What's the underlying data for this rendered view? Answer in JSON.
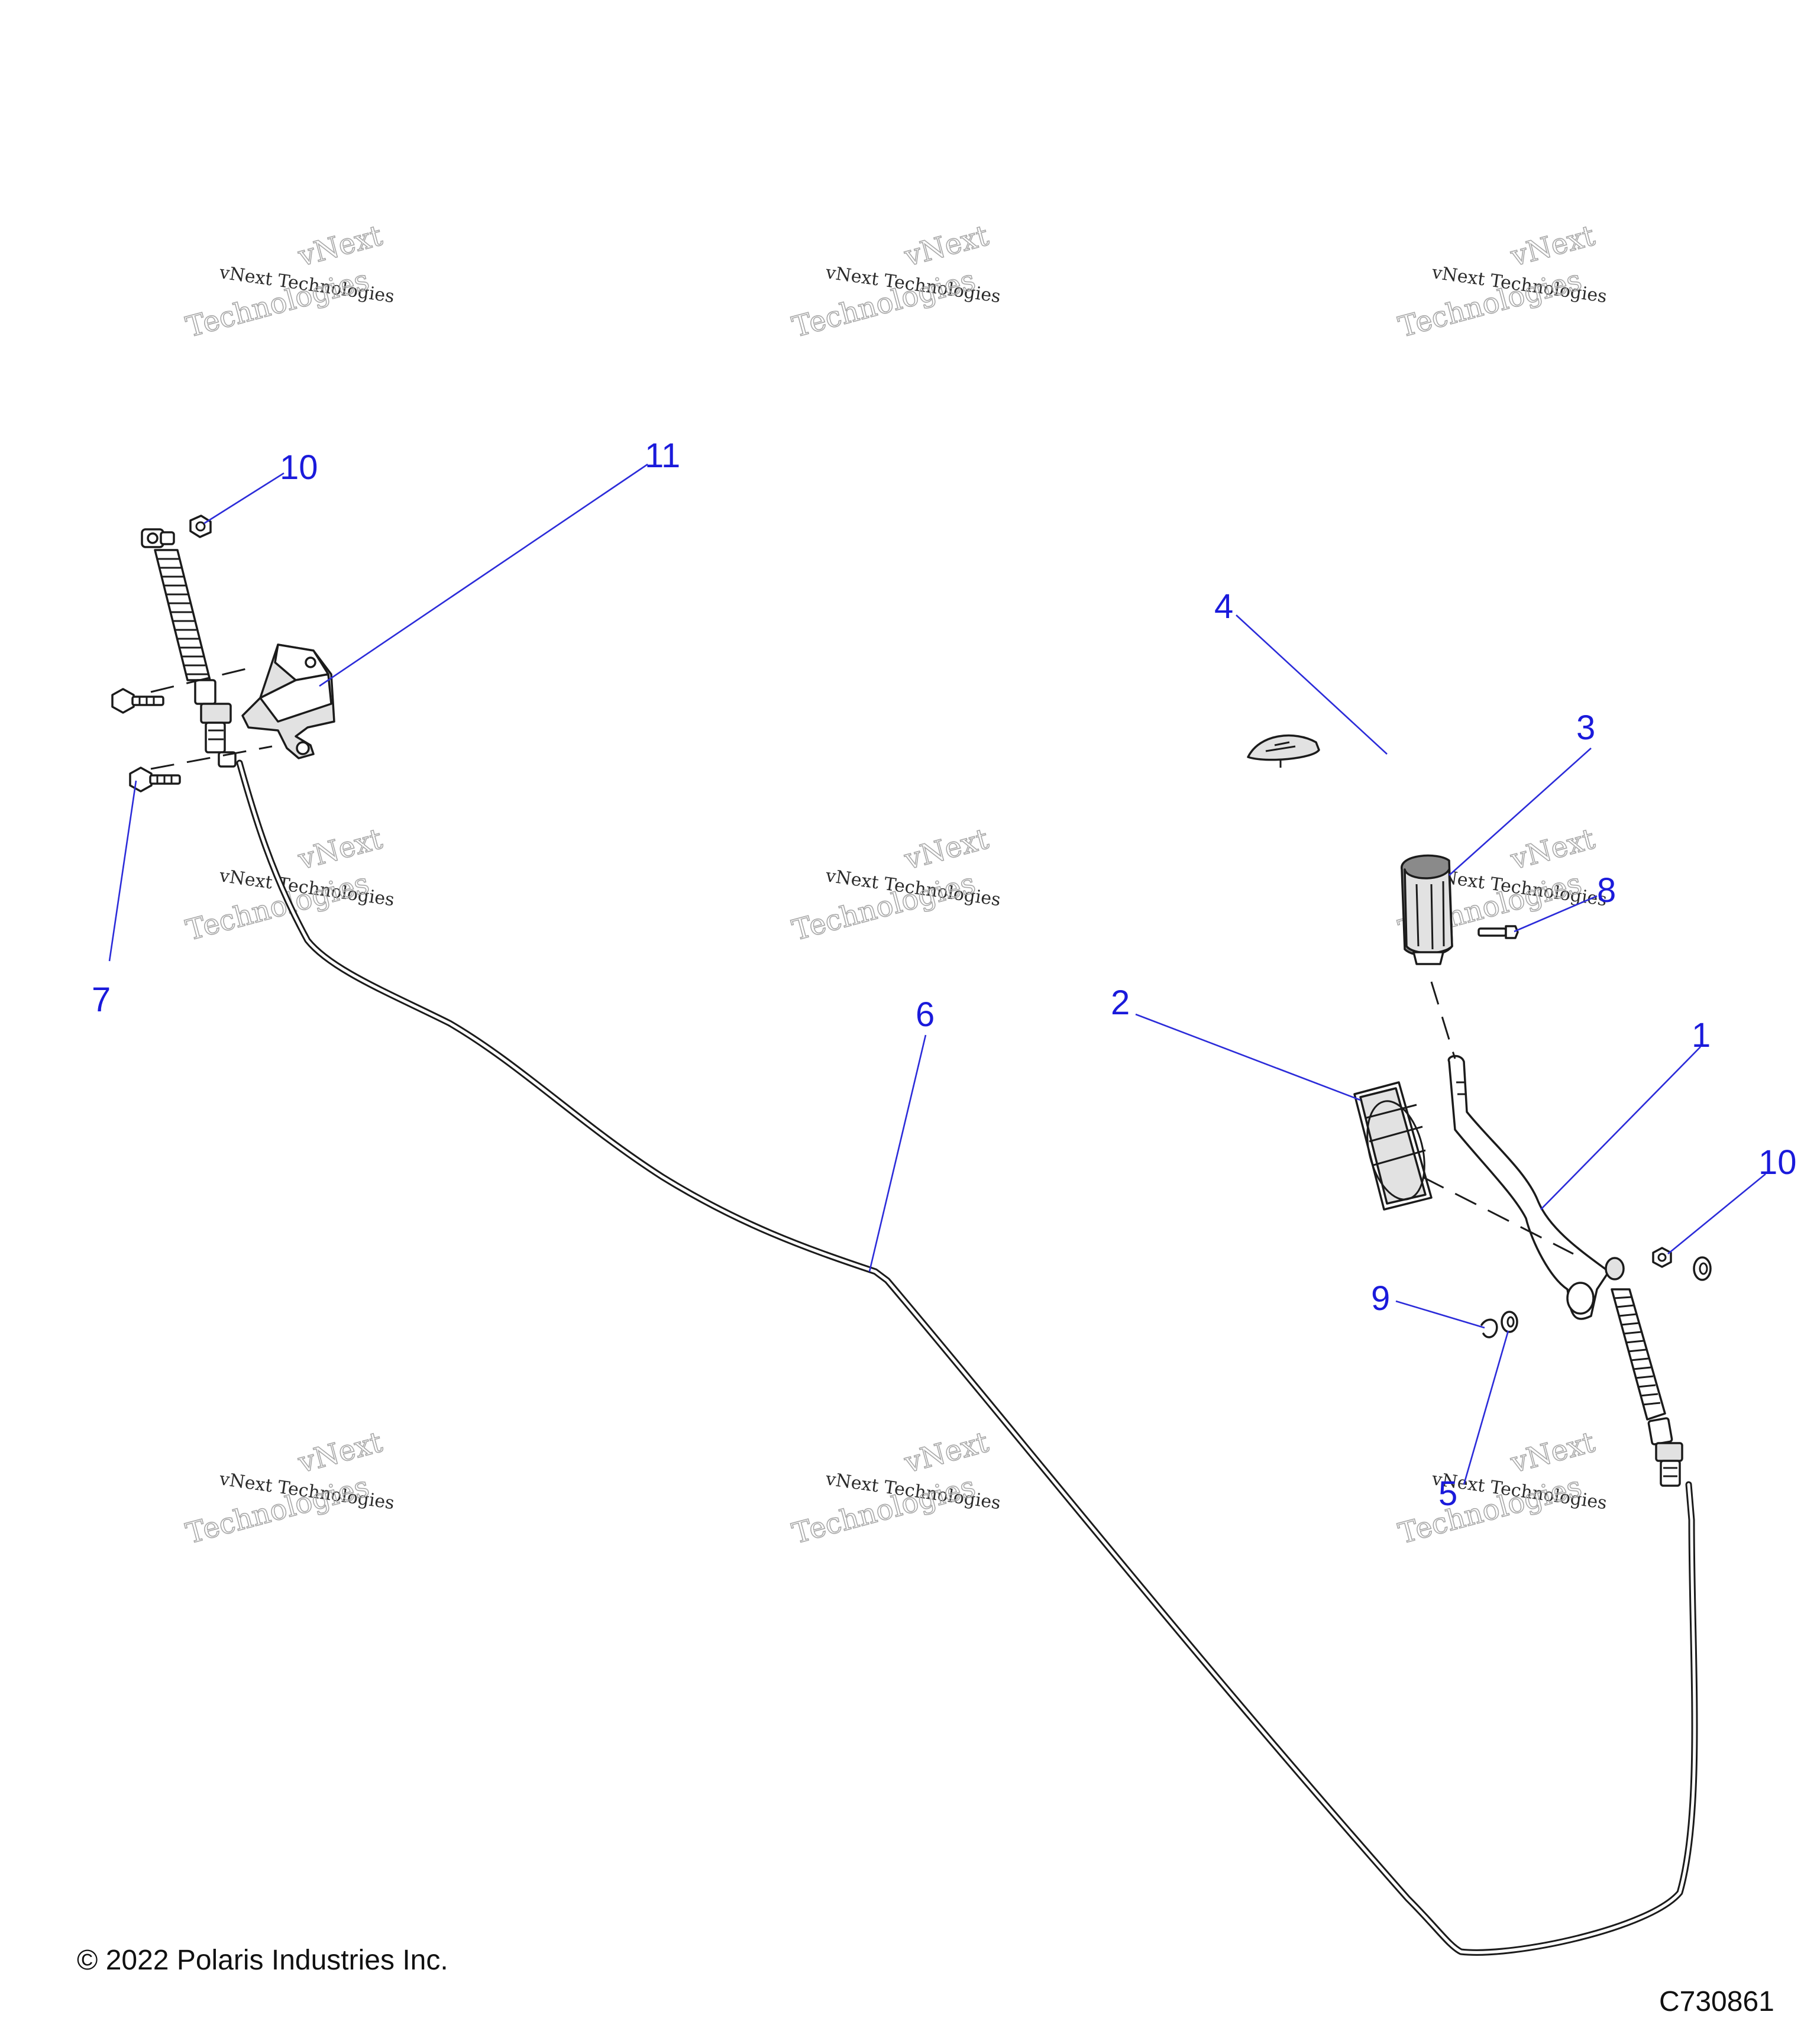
{
  "callouts": {
    "c1": "1",
    "c2": "2",
    "c3": "3",
    "c4": "4",
    "c5": "5",
    "c6": "6",
    "c7": "7",
    "c8": "8",
    "c9": "9",
    "c10a": "10",
    "c10b": "10",
    "c11": "11"
  },
  "watermark": {
    "line1": "vNext Technologies",
    "line2a": "vNext",
    "line2b": "Technologies"
  },
  "footer": {
    "copyright": "© 2022 Polaris Industries Inc.",
    "drawing_number": "C730861"
  },
  "colors": {
    "callout_blue": "#1a1adb",
    "line_black": "#1b1b1b"
  }
}
